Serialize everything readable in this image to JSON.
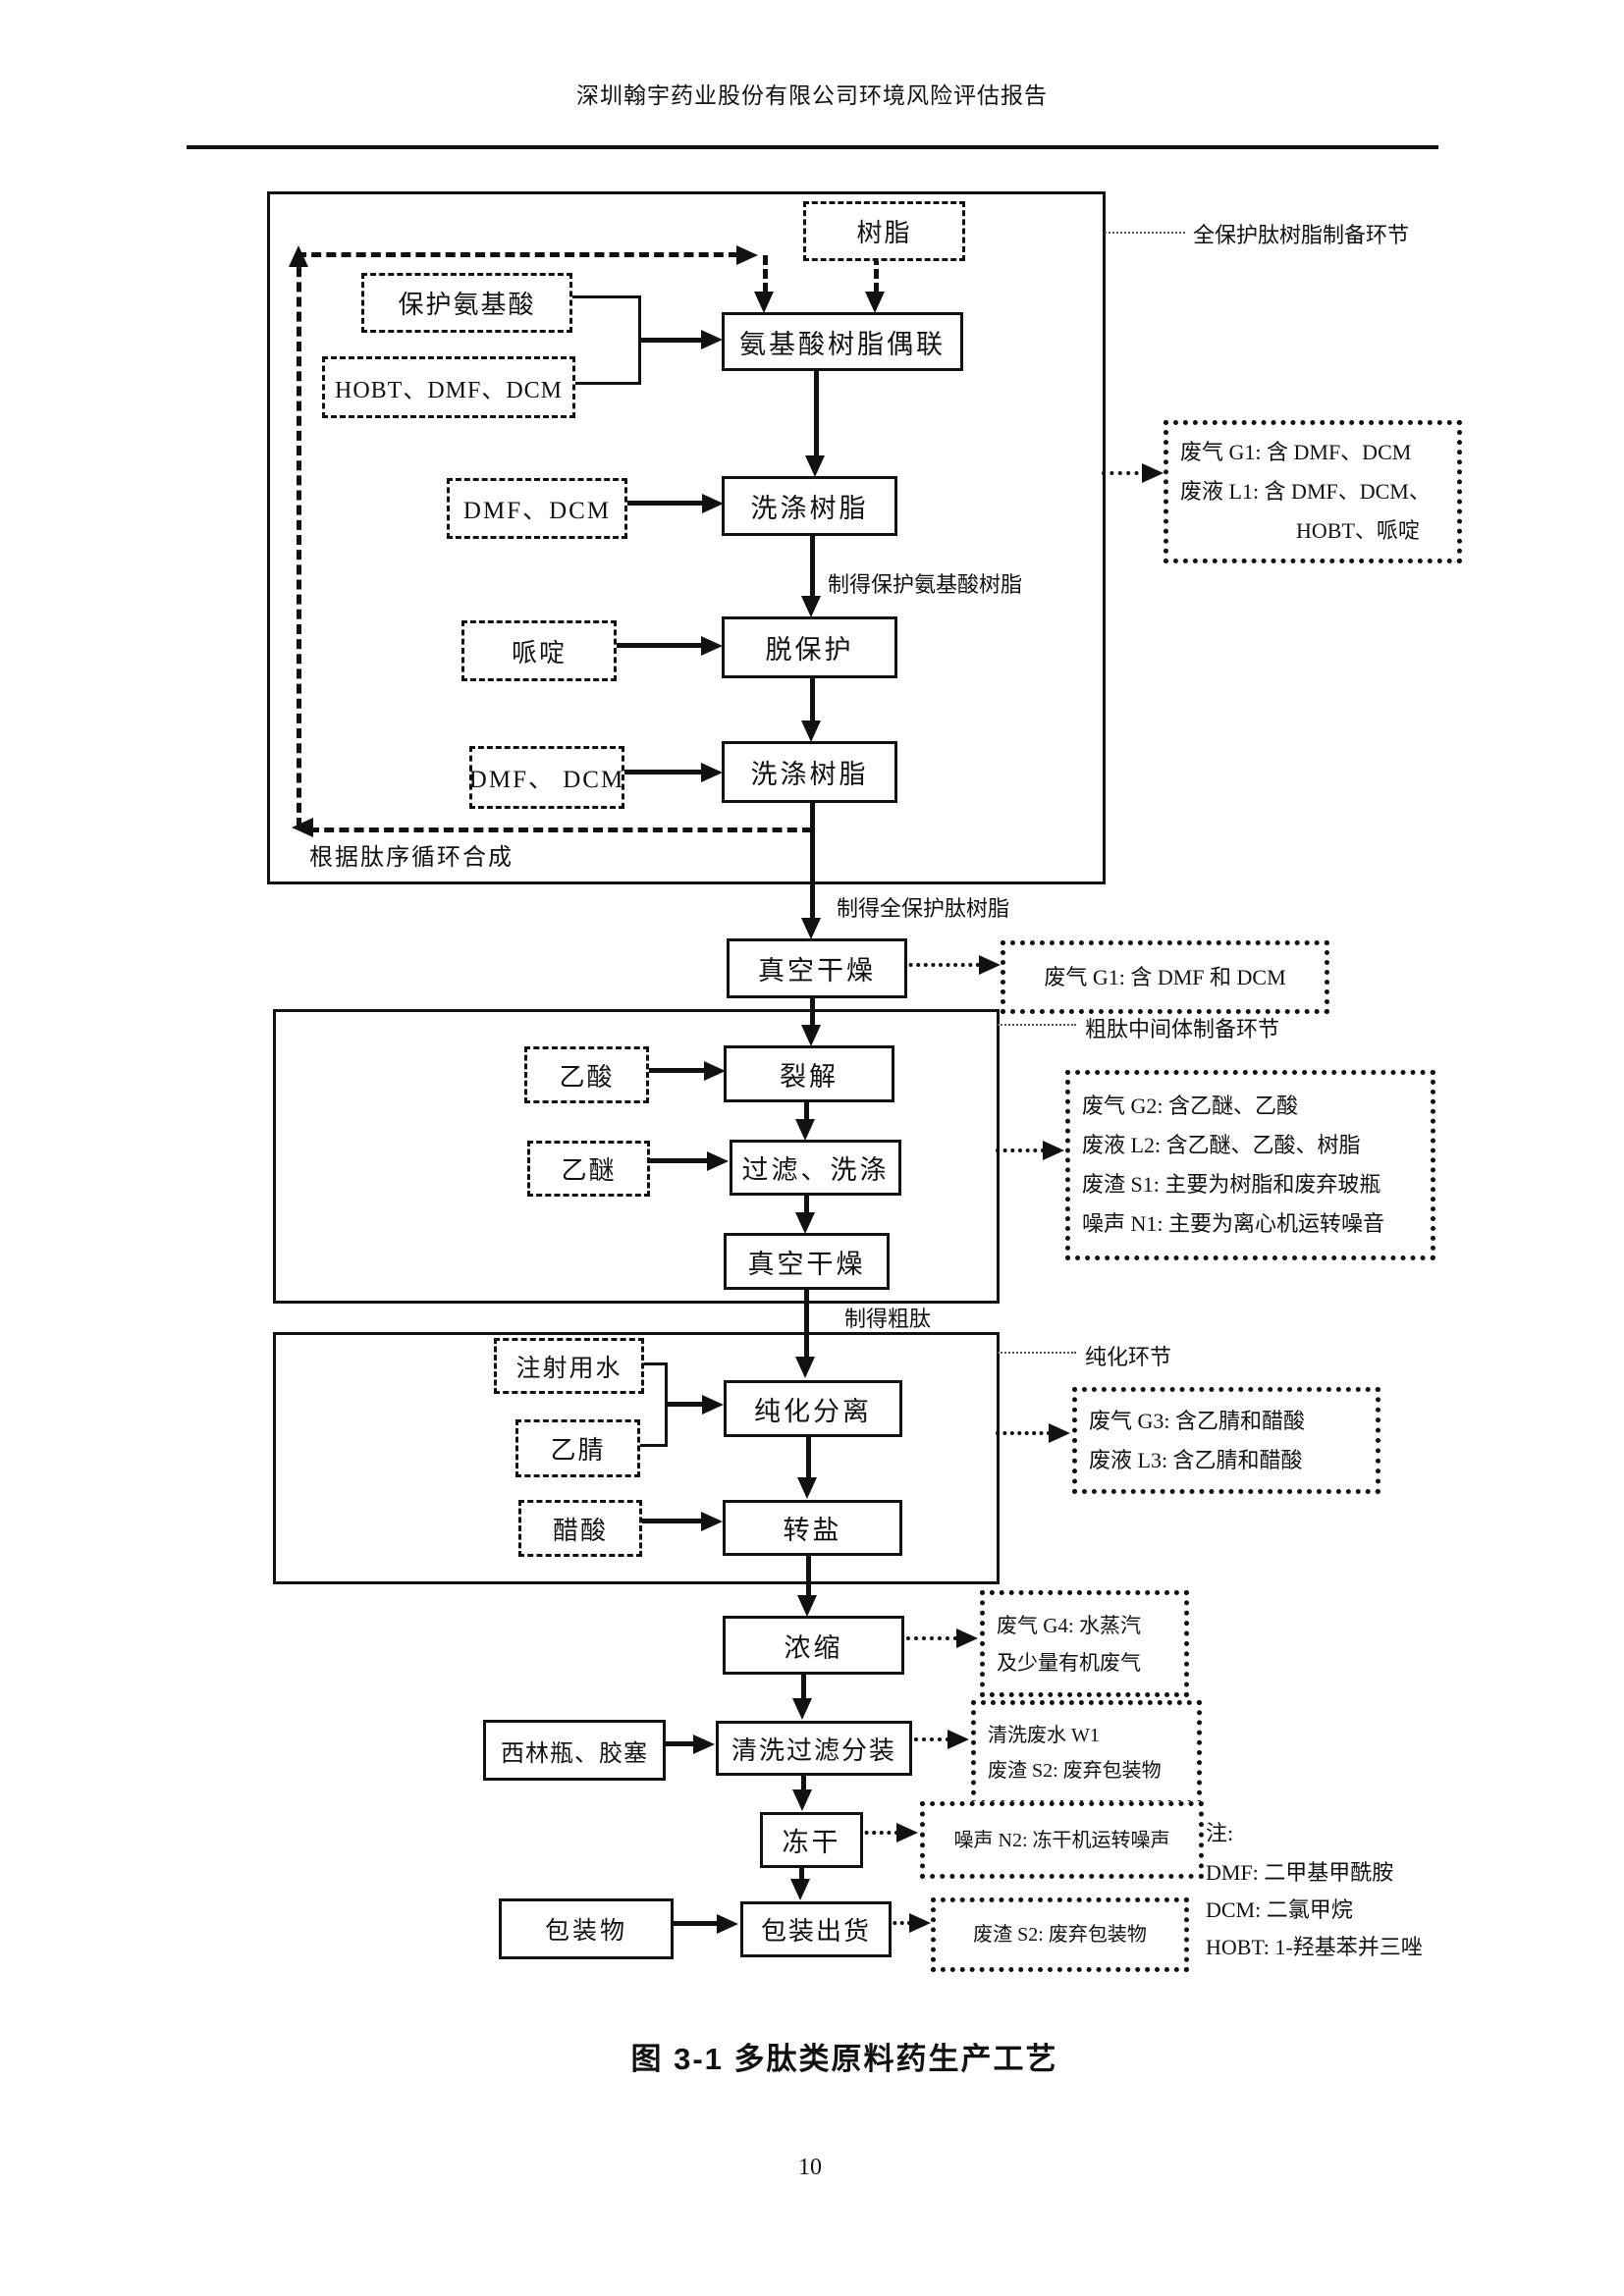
{
  "header": {
    "title": "深圳翰宇药业股份有限公司环境风险评估报告"
  },
  "stage1": {
    "label": "全保护肽树脂制备环节",
    "resin": "树脂",
    "protected_aa": "保护氨基酸",
    "hobt_dmf_dcm": "HOBT、DMF、DCM",
    "coupling": "氨基酸树脂偶联",
    "dmf_dcm_1": "DMF、DCM",
    "wash_1": "洗涤树脂",
    "made_protected_label": "制得保护氨基酸树脂",
    "piperidine": "哌啶",
    "deprotect": "脱保护",
    "dmf_dcm_2": "DMF、 DCM",
    "wash_2": "洗涤树脂",
    "cycle_label": "根据肽序循环合成",
    "made_full_label": "制得全保护肽树脂",
    "waste_lines": [
      "废气 G1: 含 DMF、DCM",
      "废液 L1: 含 DMF、DCM、",
      "HOBT、哌啶"
    ]
  },
  "drying": {
    "step": "真空干燥",
    "waste_g1": "废气 G1: 含 DMF 和 DCM"
  },
  "stage2": {
    "label": "粗肽中间体制备环节",
    "acetic_acid": "乙酸",
    "cleavage": "裂解",
    "ether": "乙醚",
    "filter_wash": "过滤、洗涤",
    "vacuum_dry": "真空干燥",
    "made_crude_label": "制得粗肽",
    "waste_lines": [
      "废气 G2: 含乙醚、乙酸",
      "废液 L2: 含乙醚、乙酸、树脂",
      "废渣 S1: 主要为树脂和废弃玻瓶",
      "噪声 N1: 主要为离心机运转噪音"
    ]
  },
  "stage3": {
    "label": "纯化环节",
    "water": "注射用水",
    "acetonitrile": "乙腈",
    "purify": "纯化分离",
    "acetic_acid": "醋酸",
    "salt_exchange": "转盐",
    "waste_lines": [
      "废气 G3: 含乙腈和醋酸",
      "废液 L3: 含乙腈和醋酸"
    ]
  },
  "finishing": {
    "concentrate": "浓缩",
    "waste_g4": [
      "废气 G4: 水蒸汽",
      "及少量有机废气"
    ],
    "vials": "西林瓶、胶塞",
    "wash_fill": "清洗过滤分装",
    "waste_w1": [
      "清洗废水 W1",
      "废渣 S2: 废弃包装物"
    ],
    "lyophilize": "冻干",
    "waste_n2": "噪声 N2: 冻干机运转噪声",
    "packaging": "包装物",
    "pack_ship": "包装出货",
    "waste_s2": "废渣 S2: 废弃包装物"
  },
  "notes": {
    "title": "注:",
    "dmf": "DMF: 二甲基甲酰胺",
    "dcm": "DCM: 二氯甲烷",
    "hobt": "HOBT:  1-羟基苯并三唑"
  },
  "footer": {
    "caption": "图 3-1  多肽类原料药生产工艺",
    "page_number": "10"
  }
}
